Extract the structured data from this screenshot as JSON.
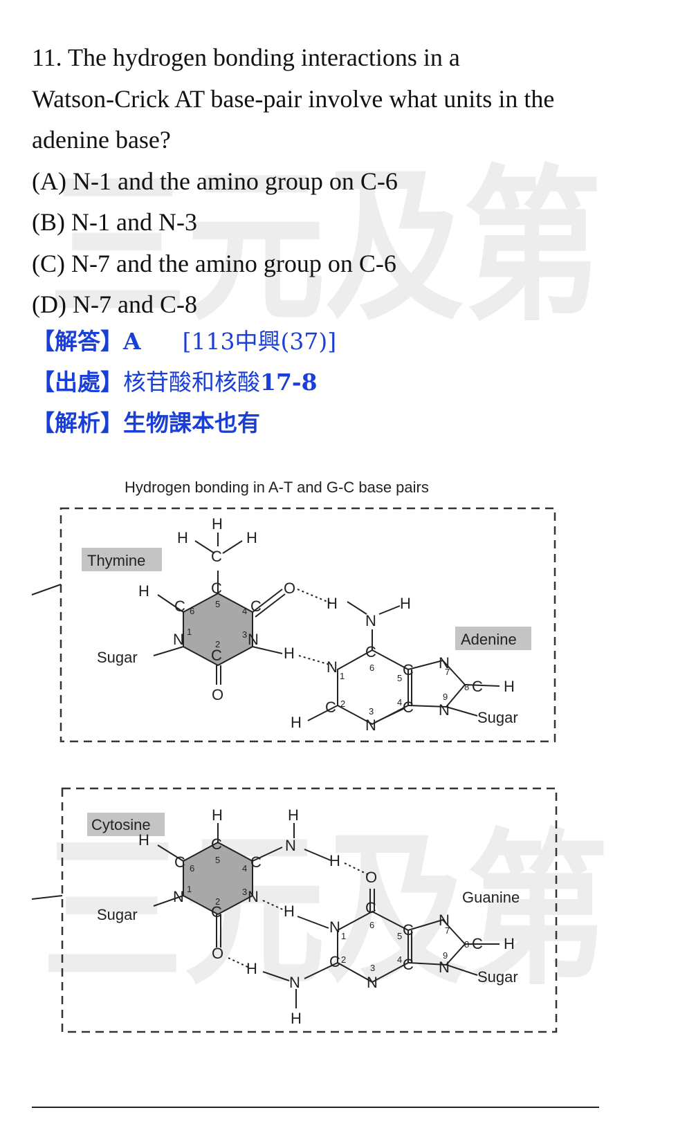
{
  "watermark": {
    "text": "三元及第",
    "color": "#ececec"
  },
  "question": {
    "line1": "11. The hydrogen bonding interactions in a",
    "line2": "Watson-Crick AT base-pair involve what units in the",
    "line3": "adenine base?",
    "options": [
      "(A) N-1 and the amino group on C-6",
      "(B) N-1 and N-3",
      "(C) N-7 and the amino group on C-6",
      "(D) N-7 and C-8"
    ]
  },
  "answer": {
    "label_answer": "【解答】",
    "answer_letter": "A",
    "answer_source": "[113中興(37)]",
    "label_source": "【出處】",
    "source_text": "核苷酸和核酸",
    "source_chapter": "17-8",
    "label_analysis": "【解析】",
    "analysis_text": "生物課本也有",
    "color": "#1a3fd6"
  },
  "figure": {
    "title": "Hydrogen bonding in A-T and G-C base pairs",
    "thymine": "Thymine",
    "adenine": "Adenine",
    "cytosine": "Cytosine",
    "guanine": "Guanine",
    "sugar": "Sugar",
    "ring_fill": "#a8a8a8",
    "label_fill": "#c4c4c4"
  }
}
